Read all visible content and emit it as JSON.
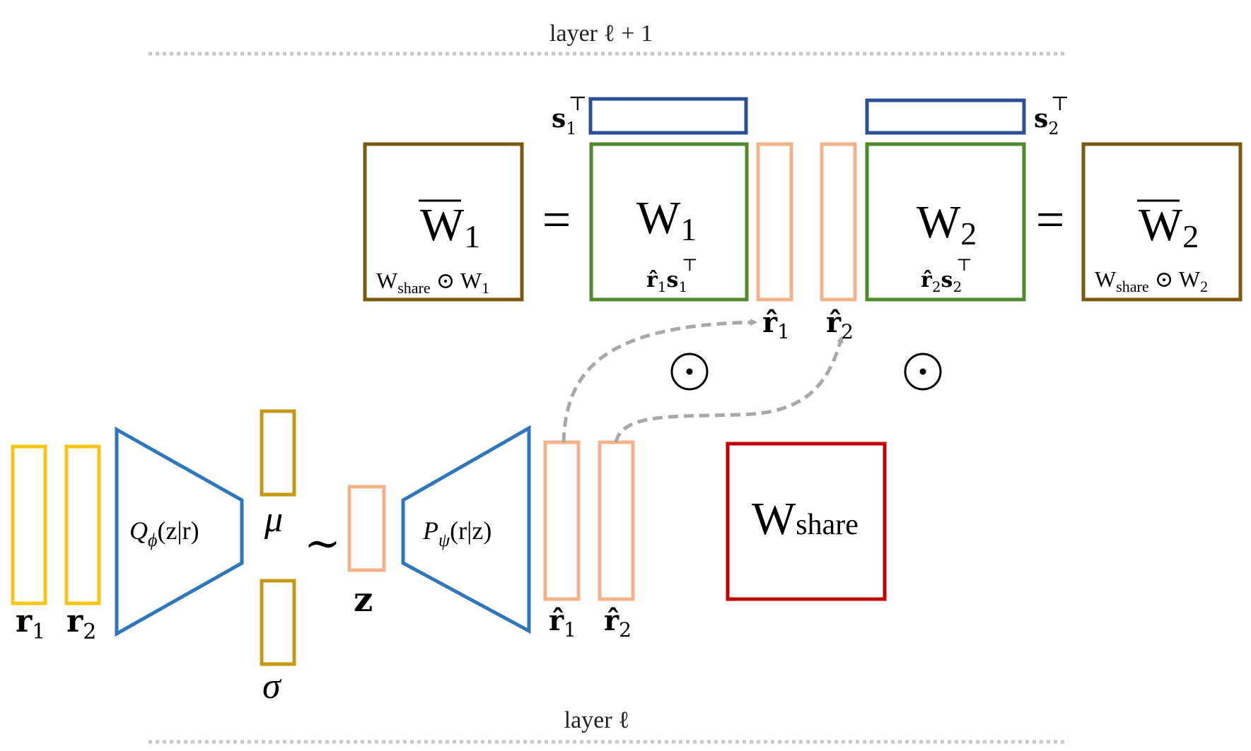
{
  "colors": {
    "yellow": "#F5C518",
    "blue": "#2F77B8",
    "mustard": "#C49A14",
    "peach": "#F2B28A",
    "red": "#C00000",
    "green": "#4E8A2C",
    "brown": "#7A5A0E",
    "navy": "#2B4F94",
    "gray_dash": "#A8A8A8",
    "dotted_line": "#C8C8C8"
  },
  "layers": {
    "top_label": "layer ℓ + 1",
    "bottom_label": "layer ℓ"
  },
  "inputs": {
    "r1": {
      "main": "r",
      "sub": "1"
    },
    "r2": {
      "main": "r",
      "sub": "2"
    }
  },
  "encoder": {
    "main": "Q",
    "sub": "ϕ",
    "args": "(z|r)"
  },
  "latent": {
    "mu": "μ",
    "sigma": "σ",
    "sample_symbol": "∼",
    "z": "z"
  },
  "decoder": {
    "main": "P",
    "sub": "ψ",
    "args": "(r|z)"
  },
  "outputs": {
    "r1_hat": {
      "main": "r̂",
      "sub": "1"
    },
    "r2_hat": {
      "main": "r̂",
      "sub": "2"
    }
  },
  "shared": {
    "main": "W",
    "sub": "share"
  },
  "top": {
    "s1": {
      "main": "s",
      "sub": "1",
      "sup": "⊤"
    },
    "s2": {
      "main": "s",
      "sub": "2",
      "sup": "⊤"
    },
    "wbar1": {
      "main": "W",
      "sub": "1",
      "caption_main": "W",
      "caption_sub": "share",
      "caption_rest": " ⊙ W",
      "caption_rest_sub": "1"
    },
    "wbar2": {
      "main": "W",
      "sub": "2",
      "caption_main": "W",
      "caption_sub": "share",
      "caption_rest": " ⊙ W",
      "caption_rest_sub": "2"
    },
    "w1": {
      "main": "W",
      "sub": "1",
      "caption_r": "r̂",
      "caption_r_sub": "1",
      "caption_s": "s",
      "caption_s_sub": "1",
      "caption_s_sup": "⊤"
    },
    "w2": {
      "main": "W",
      "sub": "2",
      "caption_r": "r̂",
      "caption_r_sub": "2",
      "caption_s": "s",
      "caption_s_sub": "2",
      "caption_s_sup": "⊤"
    },
    "r1_hat": {
      "main": "r̂",
      "sub": "1"
    },
    "r2_hat": {
      "main": "r̂",
      "sub": "2"
    },
    "equals": "=",
    "hadamard": "⊙"
  }
}
